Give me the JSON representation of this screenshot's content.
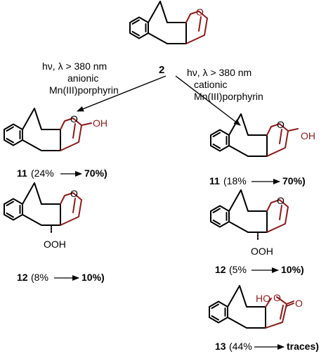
{
  "compound_start": "2",
  "conditions_left": {
    "line1": "hν, λ > 380  nm",
    "line2": "anionic",
    "line3": "Mn(III)porphyrin"
  },
  "conditions_right": {
    "line1": "hν, λ > 380  nm",
    "line2": "cationic",
    "line3": "Mn(III)porphyrin"
  },
  "left_products": [
    {
      "number": "11",
      "yield_from": "(24%",
      "yield_to": "70%)",
      "substituent": "OH"
    },
    {
      "number": "12",
      "yield_from": "(8%",
      "yield_to": "10%)",
      "substituent": "OOH"
    }
  ],
  "right_products": [
    {
      "number": "11",
      "yield_from": "(18%",
      "yield_to": "70%)",
      "substituent": "OH"
    },
    {
      "number": "12",
      "yield_from": "(5%",
      "yield_to": "10%)",
      "substituent": "OOH"
    },
    {
      "number": "13",
      "yield_from": "(44%",
      "yield_to": "traces)",
      "substituent_ho": "HO",
      "substituent_o": "O"
    }
  ],
  "colors": {
    "bond": "#000000",
    "highlight": "#8b1a1a"
  }
}
